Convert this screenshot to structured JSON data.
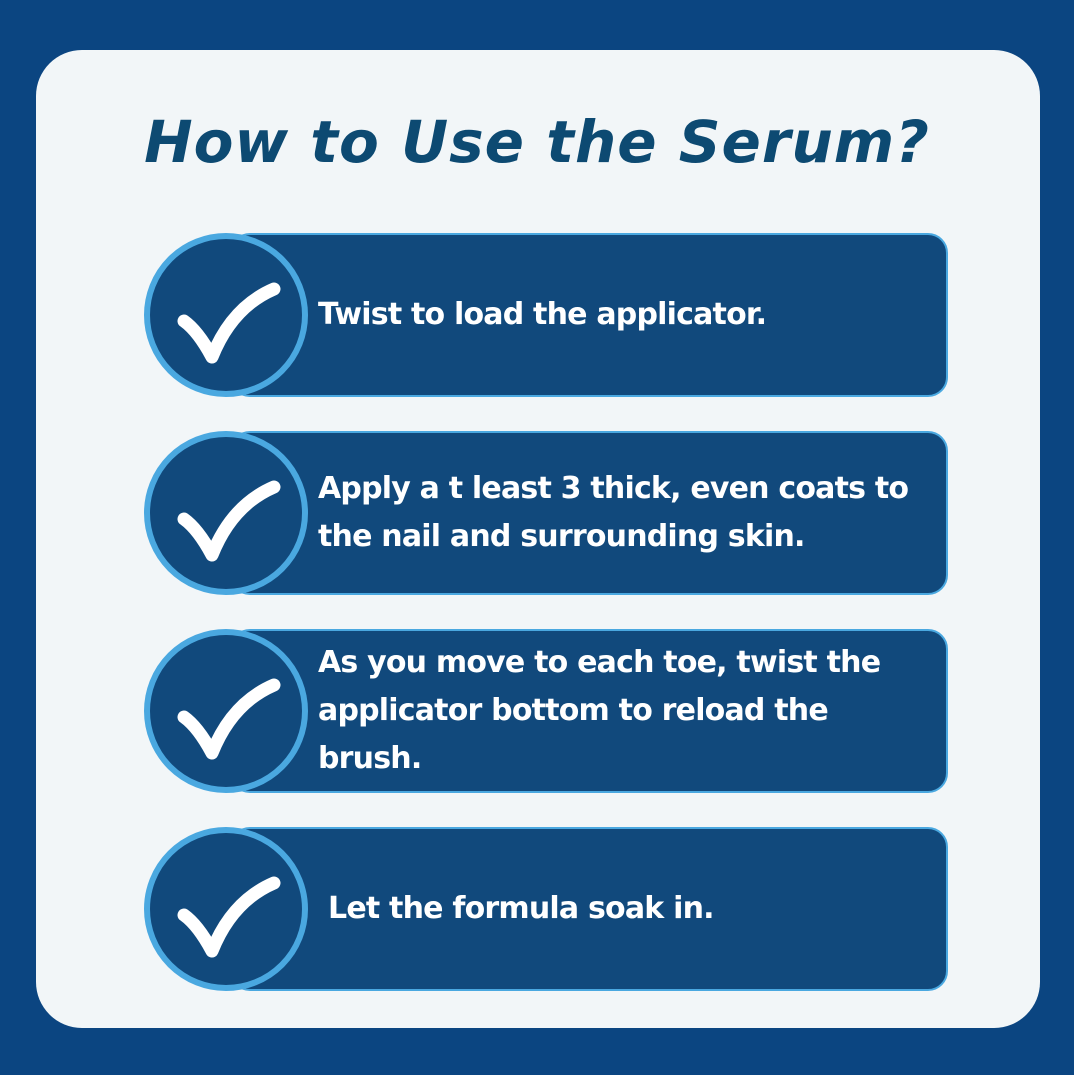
{
  "title": "How to Use the Serum?",
  "steps": [
    {
      "text": "Twist to load the applicator.",
      "icon": "checkmark-icon"
    },
    {
      "text": "Apply a t least 3 thick, even coats to the nail and surrounding skin.",
      "icon": "checkmark-icon"
    },
    {
      "text": "As you move to each toe, twist the applicator bottom to reload the brush.",
      "icon": "checkmark-icon"
    },
    {
      "text": "Let the formula soak in.",
      "icon": "checkmark-icon"
    }
  ],
  "colors": {
    "background": "#0b4581",
    "card": "#f2f6f8",
    "pill": "#11497c",
    "accent": "#4aa8e0",
    "title": "#0d4a72"
  }
}
